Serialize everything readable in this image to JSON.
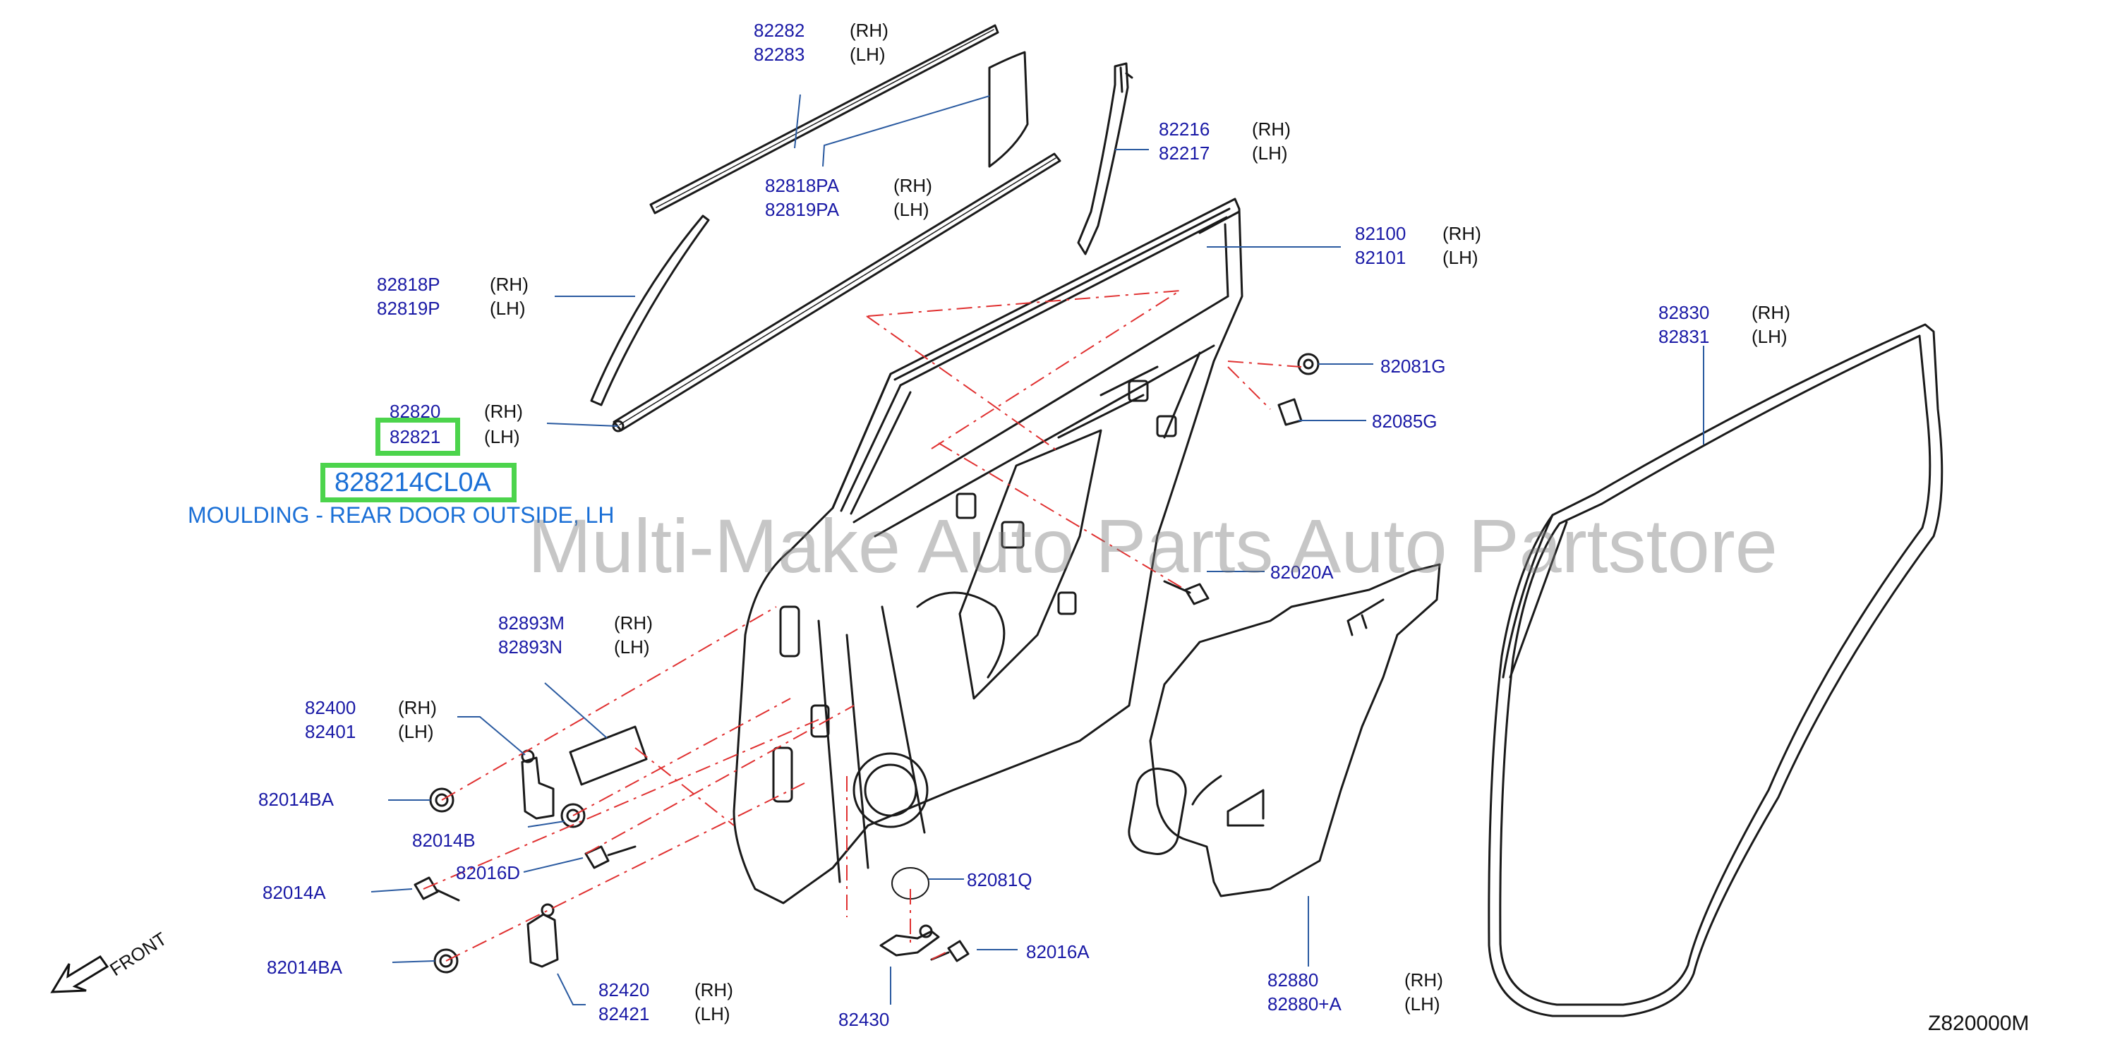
{
  "parts": {
    "p82282": "82282",
    "p82283": "82283",
    "p82818PA": "82818PA",
    "p82819PA": "82819PA",
    "p82216": "82216",
    "p82217": "82217",
    "p82100": "82100",
    "p82101": "82101",
    "p82818P": "82818P",
    "p82819P": "82819P",
    "p82820": "82820",
    "p82821": "82821",
    "p82081G": "82081G",
    "p82085G": "82085G",
    "p82830": "82830",
    "p82831": "82831",
    "p82020A": "82020A",
    "p82893M": "82893M",
    "p82893N": "82893N",
    "p82400": "82400",
    "p82401": "82401",
    "p82014BA_top": "82014BA",
    "p82014B": "82014B",
    "p82016D": "82016D",
    "p82014A": "82014A",
    "p82014BA_bottom": "82014BA",
    "p82081Q": "82081Q",
    "p82016A": "82016A",
    "p82420": "82420",
    "p82421": "82421",
    "p82430": "82430",
    "p82880": "82880",
    "p82880A": "82880+A"
  },
  "sides": {
    "rh": "(RH)",
    "lh": "(LH)"
  },
  "highlight": {
    "part_number": "828214CL0A",
    "description": "MOULDING - REAR DOOR OUTSIDE, LH"
  },
  "watermark": "Multi-Make Auto Parts Auto Partstore",
  "diagram_code": "Z820000M",
  "front_label": "FRONT",
  "colors": {
    "callout": "#1a1aa6",
    "highlight": "#4cd44c",
    "accent": "#1a6fd6",
    "centerline": "#e03030"
  }
}
